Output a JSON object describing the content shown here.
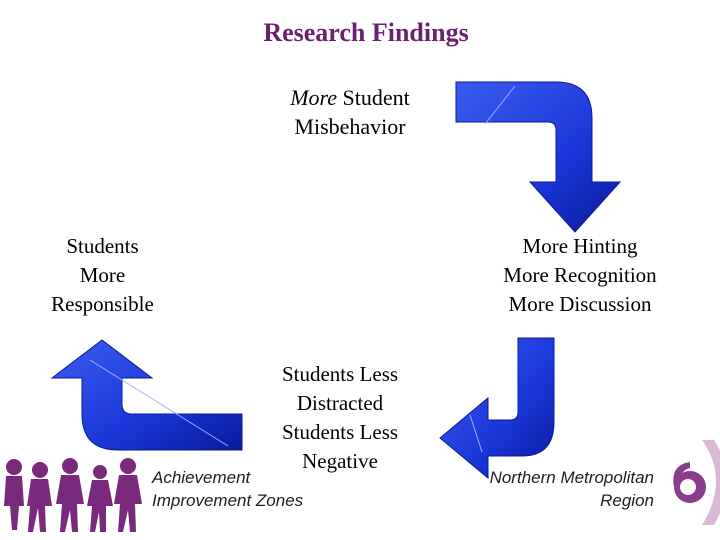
{
  "title": "Research Findings",
  "cycle": {
    "top": {
      "lead": "More",
      "rest": " Student",
      "line2": "Misbehavior"
    },
    "right": [
      "More Hinting",
      "More Recognition",
      "More Discussion"
    ],
    "bottom": [
      "Students Less",
      "Distracted",
      "Students Less",
      "Negative"
    ],
    "left": [
      "Students",
      "More",
      "Responsible"
    ]
  },
  "footer": {
    "left": [
      "Achievement",
      "Improvement Zones"
    ],
    "right": [
      "Northern Metropolitan",
      "Region"
    ]
  },
  "colors": {
    "title": "#6b1f6e",
    "arrow_fill": "#1a36d8",
    "arrow_dark": "#0a1a9a",
    "logo_purple": "#8a3d8c",
    "logo_light": "#d9b8d6"
  }
}
